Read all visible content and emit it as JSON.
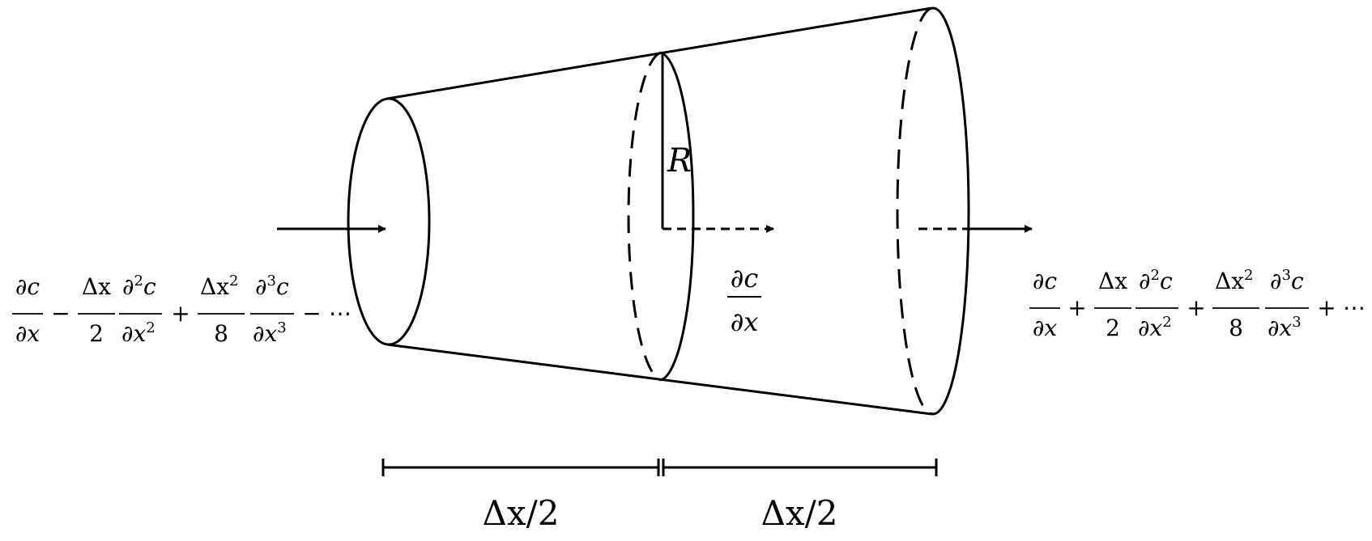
{
  "radius_label": "R",
  "midpoint_gradient": {
    "numerator": "∂c",
    "denominator": "∂x"
  },
  "spacing_labels": [
    "Δx/2",
    "Δx/2"
  ],
  "inflow_expansion": {
    "t1": {
      "num": "∂c",
      "den": "∂x"
    },
    "op1": "−",
    "t2a": {
      "num": "Δx",
      "den": "2"
    },
    "t2b": {
      "num": "∂",
      "num_sup": "2",
      "num_tail": "c",
      "den": "∂x",
      "den_sup": "2"
    },
    "op2": "+",
    "t3a": {
      "num": "Δx",
      "num_sup": "2",
      "den": "8"
    },
    "t3b": {
      "num": "∂",
      "num_sup": "3",
      "num_tail": "c",
      "den": "∂x",
      "den_sup": "3"
    },
    "op3": "−",
    "ellipsis": "⋯"
  },
  "outflow_expansion": {
    "t1": {
      "num": "∂c",
      "den": "∂x"
    },
    "op1": "+",
    "t2a": {
      "num": "Δx",
      "den": "2"
    },
    "t2b": {
      "num": "∂",
      "num_sup": "2",
      "num_tail": "c",
      "den": "∂x",
      "den_sup": "2"
    },
    "op2": "+",
    "t3a": {
      "num": "Δx",
      "num_sup": "2",
      "den": "8"
    },
    "t3b": {
      "num": "∂",
      "num_sup": "3",
      "num_tail": "c",
      "den": "∂x",
      "den_sup": "3"
    },
    "op3": "+",
    "ellipsis": "⋯"
  }
}
